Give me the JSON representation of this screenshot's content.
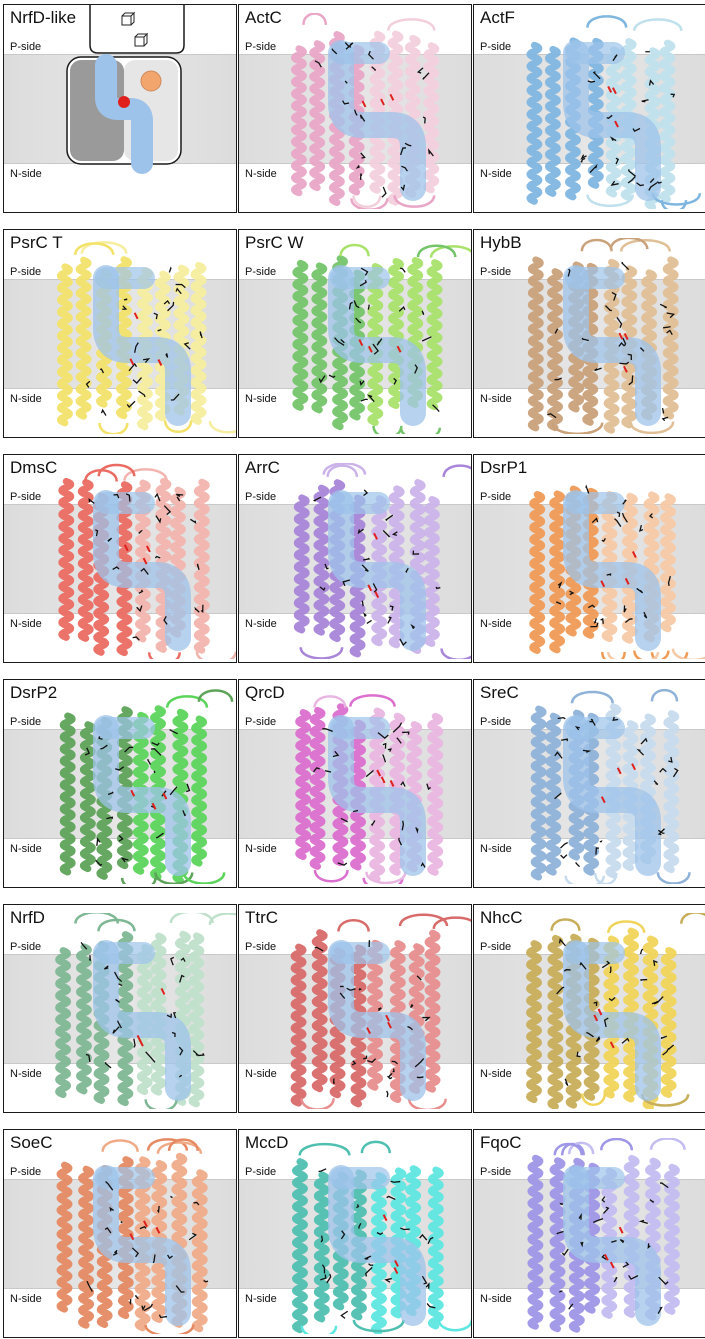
{
  "membrane_labels": {
    "p_side": "P-side",
    "n_side": "N-side"
  },
  "panels": [
    {
      "title": "NrfD-like",
      "type": "schematic"
    },
    {
      "title": "ActC",
      "color": "#e9a6c7",
      "color2": "#f3cfdc"
    },
    {
      "title": "ActF",
      "color": "#7fb6e0",
      "color2": "#bfe0ec"
    },
    {
      "title": "PsrC T",
      "color": "#f2e26a",
      "color2": "#f6ee9e"
    },
    {
      "title": "PsrC W",
      "color": "#74c46a",
      "color2": "#a8e26a"
    },
    {
      "title": "HybB",
      "color": "#c9a17a",
      "color2": "#e0bf96"
    },
    {
      "title": "DmsC",
      "color": "#ea6b62",
      "color2": "#f2b4ae"
    },
    {
      "title": "ArrC",
      "color": "#a885d9",
      "color2": "#cbb3e9"
    },
    {
      "title": "DsrP1",
      "color": "#ef9a55",
      "color2": "#f6c9a6"
    },
    {
      "title": "DsrP2",
      "color": "#5ea35a",
      "color2": "#5bd45b"
    },
    {
      "title": "QrcD",
      "color": "#db6fcf",
      "color2": "#e9b6e1"
    },
    {
      "title": "SreC",
      "color": "#8fb2d9",
      "color2": "#c6dbee"
    },
    {
      "title": "NrfD",
      "color": "#7fb794",
      "color2": "#bfe0cb"
    },
    {
      "title": "TtrC",
      "color": "#d96a6a",
      "color2": "#e88e8e"
    },
    {
      "title": "NhcC",
      "color": "#c7ae5a",
      "color2": "#f0d45a"
    },
    {
      "title": "SoeC",
      "color": "#e58a63",
      "color2": "#efab88"
    },
    {
      "title": "MccD",
      "color": "#4fbfb0",
      "color2": "#5ee6e0"
    },
    {
      "title": "FqoC",
      "color": "#9e96e6",
      "color2": "#c3bdf1"
    }
  ],
  "highlight_color": "#9dc3ea",
  "sticks_color": "#111111",
  "accent_red": "#e0201c",
  "accent_orange": "#f2a66e"
}
